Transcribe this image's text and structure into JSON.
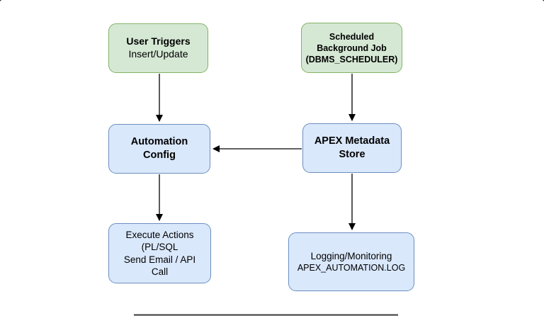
{
  "diagram": {
    "nodes": {
      "user_triggers": {
        "line1": "User Triggers",
        "line2": "Insert/Update"
      },
      "scheduled_job": {
        "line1": "Scheduled Background Job",
        "line2": "(DBMS_SCHEDULER)"
      },
      "automation_config": {
        "line1": "Automation Config"
      },
      "apex_metadata": {
        "line1": "APEX Metadata Store"
      },
      "execute_actions": {
        "line1": "Execute Actions",
        "line2": "(PL/SQL",
        "line3": "Send Email / API Call"
      },
      "logging": {
        "line1": "Logging/Monitoring",
        "line2": "APEX_AUTOMATION.LOG"
      }
    },
    "edges": [
      {
        "from": "User Triggers",
        "to": "Automation Config"
      },
      {
        "from": "Scheduled Background Job",
        "to": "APEX Metadata Store"
      },
      {
        "from": "APEX Metadata Store",
        "to": "Automation Config"
      },
      {
        "from": "Automation Config",
        "to": "Execute Actions"
      },
      {
        "from": "APEX Metadata Store",
        "to": "Logging/Monitoring"
      }
    ],
    "colors": {
      "green_fill": "#d5e8d4",
      "green_border": "#82b366",
      "blue_fill": "#dae8fc",
      "blue_border": "#6c8ebf",
      "arrow": "#000000",
      "frame": "#3a3a3a"
    }
  }
}
